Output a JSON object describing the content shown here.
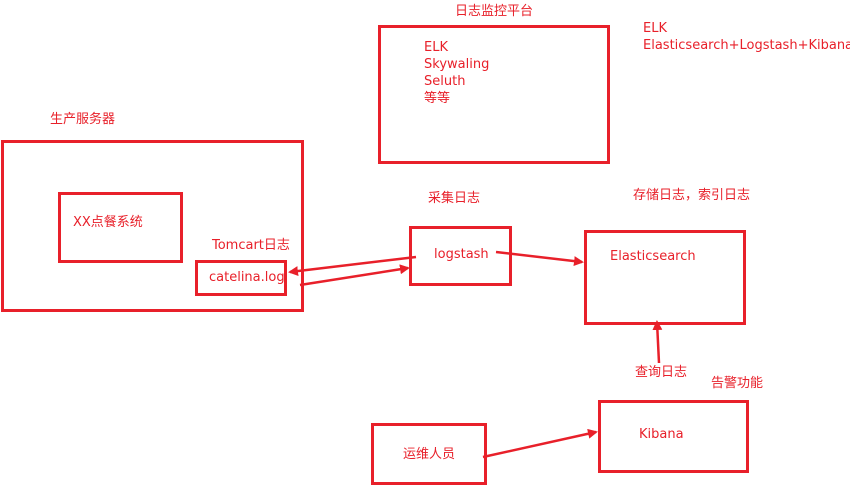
{
  "colors": {
    "stroke": "#e8202a"
  },
  "log_platform": {
    "title": "日志监控平台",
    "tools": [
      "ELK",
      "Skywaling",
      "Seluth",
      "等等"
    ]
  },
  "elk_note": {
    "line1": "ELK",
    "line2": "Elasticsearch+Logstash+Kibana"
  },
  "production_server": {
    "title": "生产服务器",
    "system_label": "XX点餐系统",
    "tomcat_caption": "Tomcart日志",
    "log_file": "catelina.log"
  },
  "collect": {
    "caption": "采集日志",
    "node": "logstash"
  },
  "storage": {
    "caption": "存储日志，索引日志",
    "node": "Elasticsearch"
  },
  "query": {
    "caption": "查询日志"
  },
  "alert": {
    "caption": "告警功能",
    "node": "Kibana"
  },
  "ops": {
    "node": "运维人员"
  }
}
